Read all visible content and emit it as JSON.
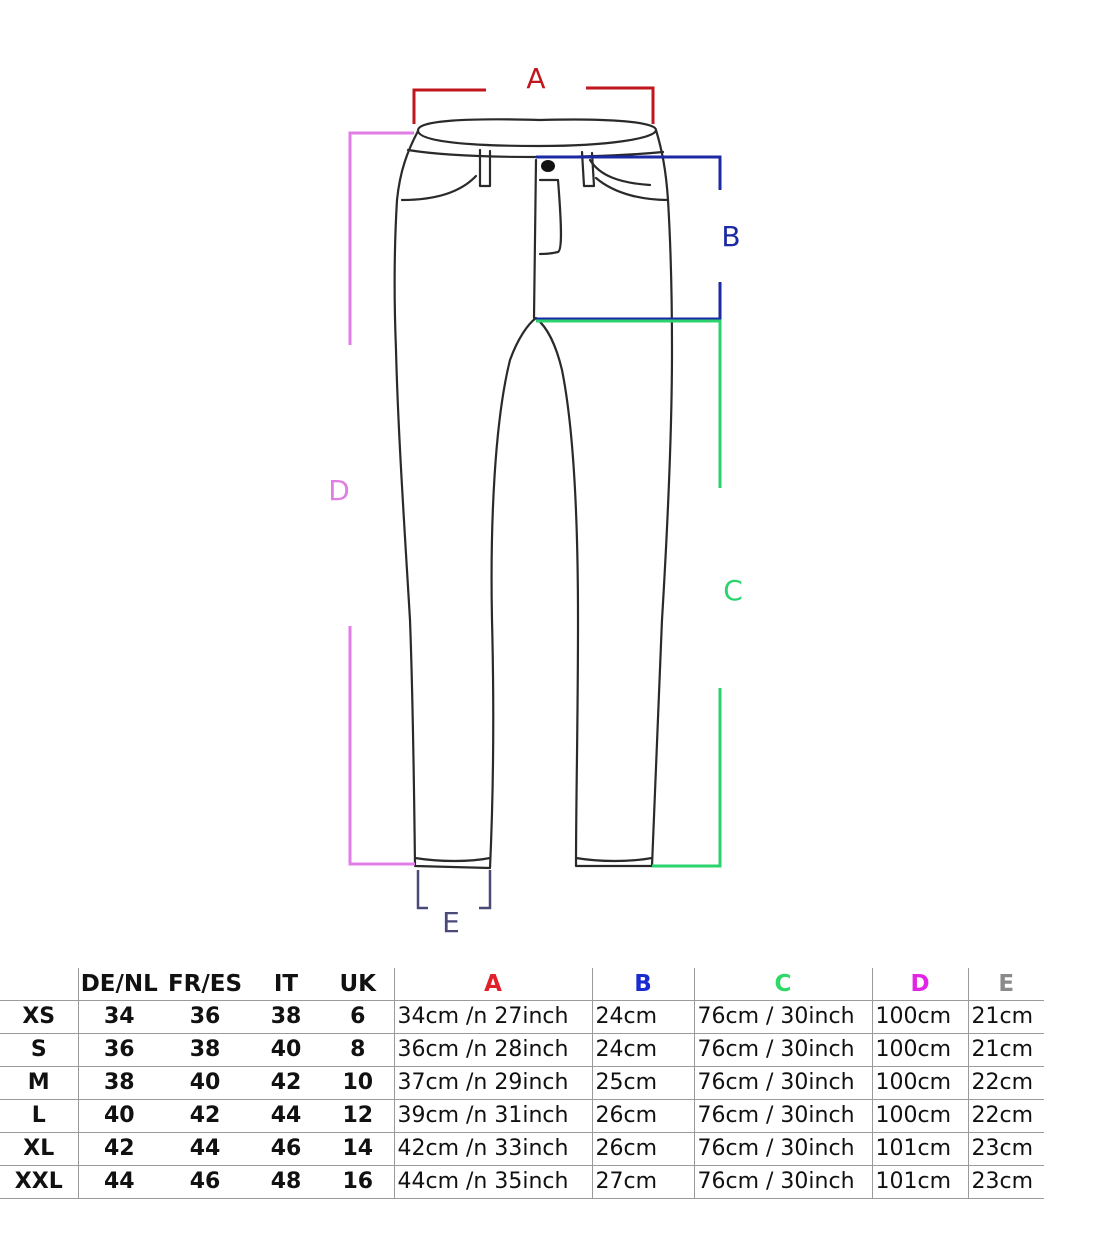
{
  "colors": {
    "A": "#c0161d",
    "B": "#1b2aa3",
    "C": "#2bd36f",
    "D": "#e07ee6",
    "E": "#4a4a78",
    "header_A": "#e0202a",
    "header_B": "#1a2bd1",
    "header_C": "#30d966",
    "header_D": "#e324e6",
    "header_E": "#8a8a8a",
    "outline": "#2a2a2a"
  },
  "labels": {
    "A": "A",
    "B": "B",
    "C": "C",
    "D": "D",
    "E": "E"
  },
  "table": {
    "headers": [
      "",
      "DE/NL",
      "FR/ES",
      "IT",
      "UK",
      "A",
      "B",
      "C",
      "D",
      "E"
    ],
    "rows": [
      [
        "XS",
        "34",
        "36",
        "38",
        "6",
        "34cm /n 27inch",
        "24cm",
        "76cm / 30inch",
        "100cm",
        "21cm"
      ],
      [
        "S",
        "36",
        "38",
        "40",
        "8",
        "36cm /n 28inch",
        "24cm",
        "76cm / 30inch",
        "100cm",
        "21cm"
      ],
      [
        "M",
        "38",
        "40",
        "42",
        "10",
        "37cm /n 29inch",
        "25cm",
        "76cm / 30inch",
        "100cm",
        "22cm"
      ],
      [
        "L",
        "40",
        "42",
        "44",
        "12",
        "39cm /n 31inch",
        "26cm",
        "76cm / 30inch",
        "100cm",
        "22cm"
      ],
      [
        "XL",
        "42",
        "44",
        "46",
        "14",
        "42cm /n 33inch",
        "26cm",
        "76cm / 30inch",
        "101cm",
        "23cm"
      ],
      [
        "XXL",
        "44",
        "46",
        "48",
        "16",
        "44cm /n 35inch",
        "27cm",
        "76cm / 30inch",
        "101cm",
        "23cm"
      ]
    ]
  }
}
